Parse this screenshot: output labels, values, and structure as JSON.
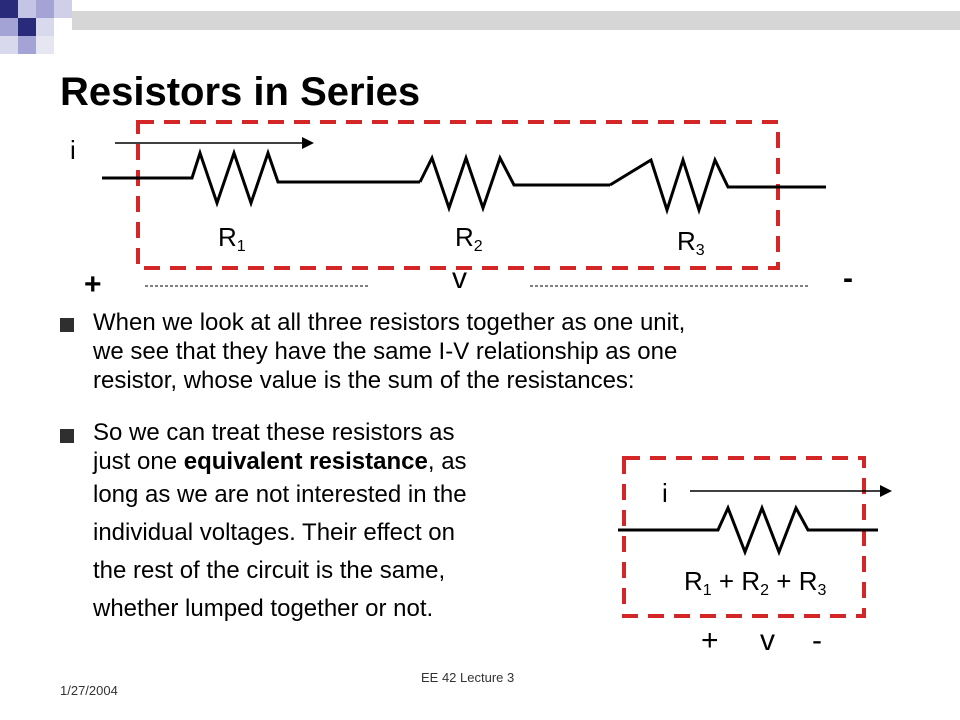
{
  "title": "Resistors in Series",
  "top_circuit": {
    "current_label": "i",
    "r1": {
      "base": "R",
      "sub": "1"
    },
    "r2": {
      "base": "R",
      "sub": "2"
    },
    "r3": {
      "base": "R",
      "sub": "3"
    },
    "plus": "+",
    "voltage": "v",
    "minus": "-"
  },
  "bullets": [
    {
      "lines": [
        "When we look at all three resistors together as one unit,",
        "we see that they have the same I-V relationship as one",
        "resistor, whose value is the sum of the resistances:"
      ]
    },
    {
      "line1": "So we can treat these resistors as",
      "line2_pre": "just one ",
      "line2_bold": "equivalent resistance",
      "line2_post": ", as",
      "rest": [
        "long as we are not interested in the",
        "individual voltages.  Their effect on",
        "the rest of the circuit is the same,",
        "whether lumped together or not."
      ]
    }
  ],
  "equiv_circuit": {
    "current_label": "i",
    "r_base": "R",
    "s1": "1",
    "s2": "2",
    "s3": "3",
    "plus_sign": "+",
    "plus": "+",
    "voltage": "v",
    "minus": "-"
  },
  "footer": {
    "date": "1/27/2004",
    "course": "EE 42 Lecture 3"
  },
  "colors": {
    "accent_red": "#d42626",
    "deco_dark": "#1a1a6e",
    "deco_light": "#b7b7dd",
    "bullet": "#2f2f2f"
  }
}
